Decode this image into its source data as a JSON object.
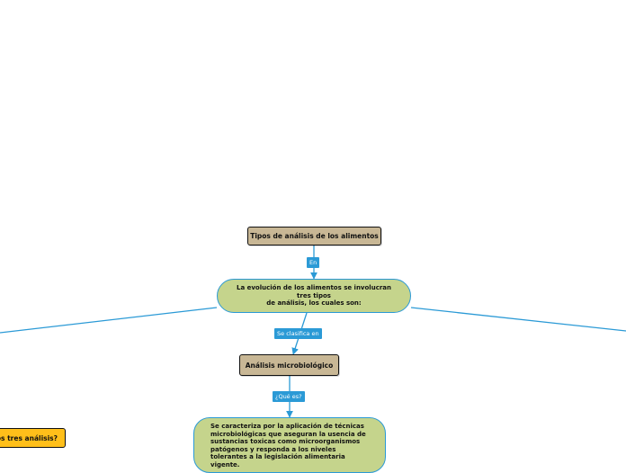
{
  "nodes": {
    "root": "Tipos de análisis de los alimentos",
    "evolution": "La evolución de los alimentos se involucran\ntres tipos\nde análisis, los cuales son:",
    "micro": "Análisis microbiológico",
    "micro_desc": "Se caracteriza por la aplicación de técnicas\n microbiológicas que aseguran la usencia de\nsustancias toxicas como microorganismos\npatógenos y responda a los niveles\ntolerantes a la legislación alimentaria\nvigente.",
    "question": "los tres análisis?"
  },
  "edge_labels": {
    "en": "En",
    "clasifica": "Se clasifica en",
    "que_es": "¿Qué es?"
  },
  "colors": {
    "connector": "#2b9ad6",
    "tan_node": "#c8b795",
    "green_node": "#c5d48c",
    "orange_node": "#ffbf1a"
  }
}
